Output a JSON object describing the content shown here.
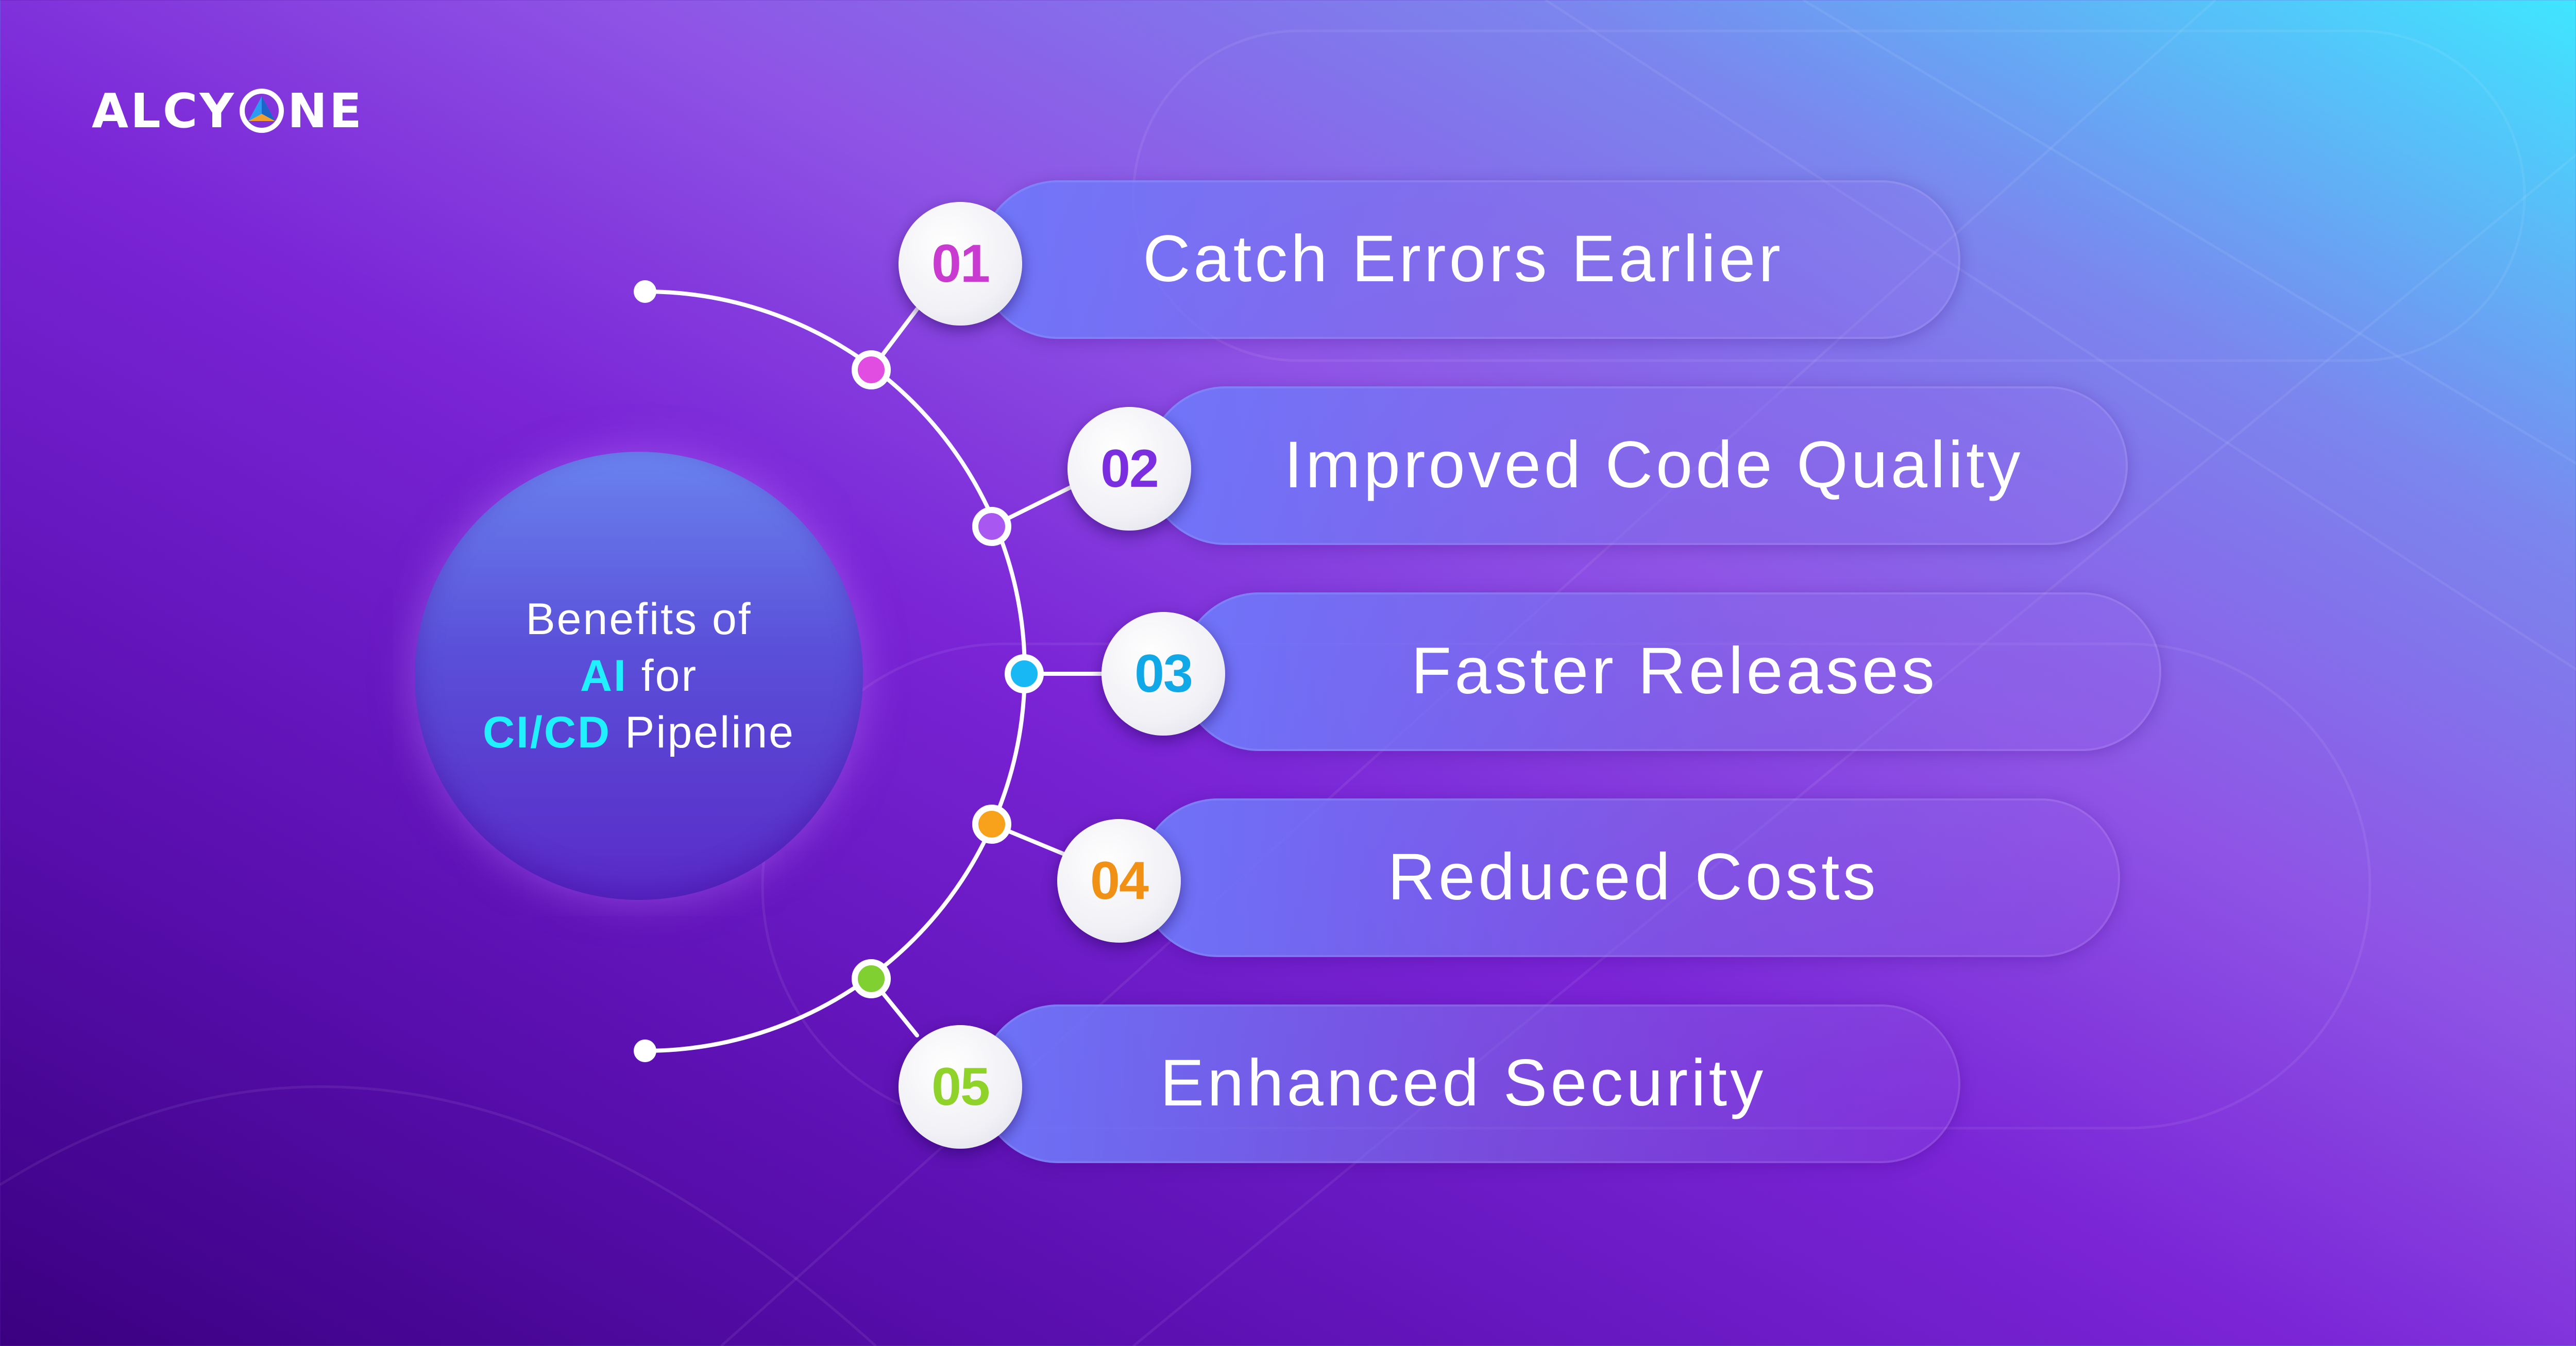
{
  "brand": {
    "name": "ALCYONE"
  },
  "center": {
    "line1": "Benefits of",
    "line2_highlight": "AI",
    "line2_rest": "for",
    "line3_highlight": "CI/CD",
    "line3_rest": "Pipeline"
  },
  "colors": {
    "highlight": "#20f0ff",
    "item1": "#c83ad0",
    "item2": "#7b2ee0",
    "item3": "#11a8e8",
    "item4": "#f09015",
    "item5": "#8fd22a"
  },
  "items": [
    {
      "number": "01",
      "label": "Catch Errors Earlier",
      "color": "#c83ad0",
      "dot_color": "#e04de0"
    },
    {
      "number": "02",
      "label": "Improved Code Quality",
      "color": "#7b2ee0",
      "dot_color": "#a858f0"
    },
    {
      "number": "03",
      "label": "Faster Releases",
      "color": "#11a8e8",
      "dot_color": "#18b8f5"
    },
    {
      "number": "04",
      "label": "Reduced Costs",
      "color": "#f09015",
      "dot_color": "#f8a21c"
    },
    {
      "number": "05",
      "label": "Enhanced Security",
      "color": "#8fd22a",
      "dot_color": "#7fd030"
    }
  ]
}
